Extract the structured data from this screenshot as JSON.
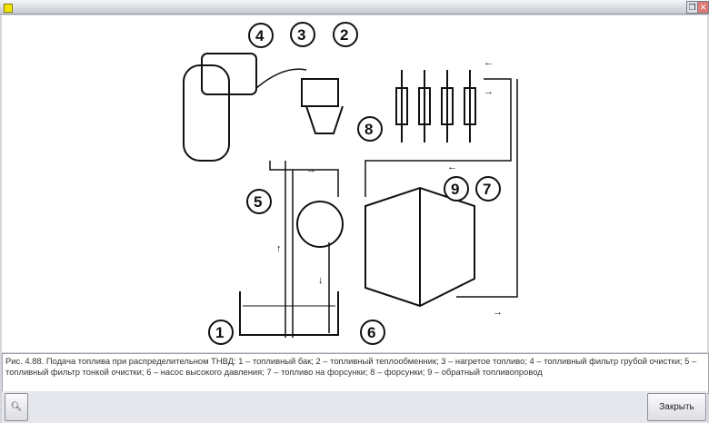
{
  "window": {
    "restore_icon": "restore-icon",
    "close_icon": "close-icon"
  },
  "diagram": {
    "callouts": [
      "1",
      "2",
      "3",
      "4",
      "5",
      "6",
      "7",
      "8",
      "9"
    ]
  },
  "caption": "Рис. 4.88. Подача топлива при распределительном ТНВД: 1 – топливный бак; 2 – топливный теплообменник; 3 – нагретое топливо; 4 – топливный фильтр грубой очистки; 5 – топливный фильтр тонкой очистки; 6 – насос высокого давления; 7 – топливо на форсунки; 8 – форсунки; 9 – обратный топливопровод",
  "footer": {
    "zoom_icon": "magnifier-icon",
    "close_label": "Закрыть"
  }
}
